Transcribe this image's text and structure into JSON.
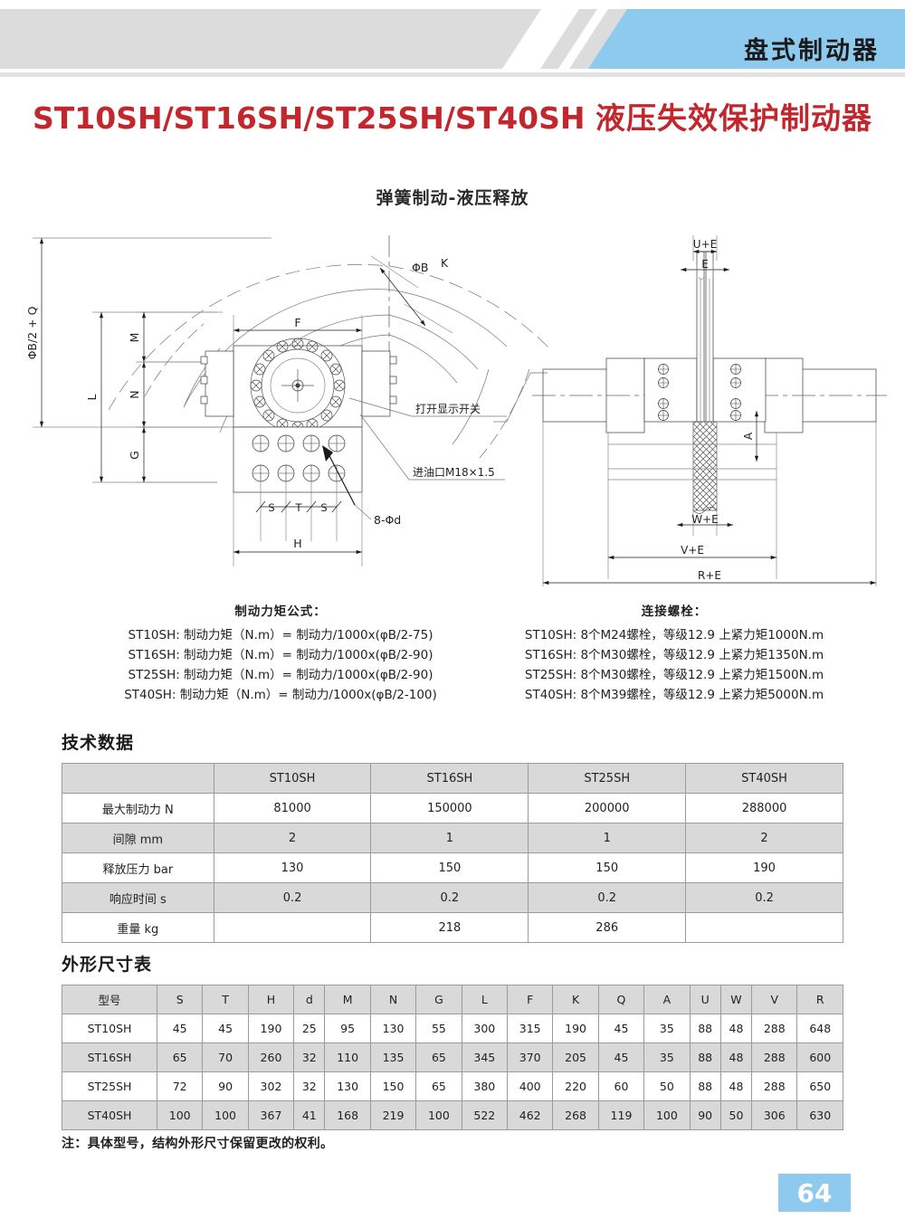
{
  "banner": {
    "title": "盘式制动器",
    "gray_color": "#dcdcdc",
    "blue_color": "#8ecaee"
  },
  "main_title": {
    "models": "ST10SH/ST16SH/ST25SH/ST40SH",
    "description": "液压失效保护制动器",
    "color": "#c1272d"
  },
  "subtitle": "弹簧制动-液压释放",
  "drawing": {
    "left_view_labels": [
      "φB/2 + Q",
      "φB",
      "K",
      "F",
      "M",
      "N",
      "L",
      "G",
      "S",
      "T",
      "S",
      "H",
      "8-φd"
    ],
    "left_view_annotations": [
      "打开显示开关",
      "进油口M18×1.5"
    ],
    "right_view_labels": [
      "U+E",
      "E",
      "A",
      "W+E",
      "V+E",
      "R+E"
    ]
  },
  "formula_left": {
    "heading": "制动力矩公式：",
    "rows": [
      "ST10SH:  制动力矩（N.m）= 制动力/1000x(φB/2-75)",
      "ST16SH:  制动力矩（N.m）= 制动力/1000x(φB/2-90)",
      "ST25SH:  制动力矩（N.m）= 制动力/1000x(φB/2-90)",
      "ST40SH:  制动力矩（N.m）= 制动力/1000x(φB/2-100)"
    ]
  },
  "formula_right": {
    "heading": "连接螺栓：",
    "rows": [
      "ST10SH:  8个M24螺栓，等级12.9  上紧力矩1000N.m",
      "ST16SH:  8个M30螺栓，等级12.9  上紧力矩1350N.m",
      "ST25SH:  8个M30螺栓，等级12.9  上紧力矩1500N.m",
      "ST40SH:  8个M39螺栓，等级12.9  上紧力矩5000N.m"
    ]
  },
  "tech_section": {
    "heading": "技术数据",
    "columns": [
      "",
      "ST10SH",
      "ST16SH",
      "ST25SH",
      "ST40SH"
    ],
    "rows": [
      {
        "label": "最大制动力  N",
        "values": [
          "81000",
          "150000",
          "200000",
          "288000"
        ]
      },
      {
        "label": "间隙  mm",
        "values": [
          "2",
          "1",
          "1",
          "2"
        ]
      },
      {
        "label": "释放压力  bar",
        "values": [
          "130",
          "150",
          "150",
          "190"
        ]
      },
      {
        "label": "响应时间  s",
        "values": [
          "0.2",
          "0.2",
          "0.2",
          "0.2"
        ]
      },
      {
        "label": "重量  kg",
        "values": [
          "",
          "218",
          "286",
          ""
        ]
      }
    ]
  },
  "dims_section": {
    "heading": "外形尺寸表",
    "columns": [
      "型号",
      "S",
      "T",
      "H",
      "d",
      "M",
      "N",
      "G",
      "L",
      "F",
      "K",
      "Q",
      "A",
      "U",
      "W",
      "V",
      "R"
    ],
    "rows": [
      {
        "model": "ST10SH",
        "values": [
          "45",
          "45",
          "190",
          "25",
          "95",
          "130",
          "55",
          "300",
          "315",
          "190",
          "45",
          "35",
          "88",
          "48",
          "288",
          "648"
        ]
      },
      {
        "model": "ST16SH",
        "values": [
          "65",
          "70",
          "260",
          "32",
          "110",
          "135",
          "65",
          "345",
          "370",
          "205",
          "45",
          "35",
          "88",
          "48",
          "288",
          "600"
        ]
      },
      {
        "model": "ST25SH",
        "values": [
          "72",
          "90",
          "302",
          "32",
          "130",
          "150",
          "65",
          "380",
          "400",
          "220",
          "60",
          "50",
          "88",
          "48",
          "288",
          "650"
        ]
      },
      {
        "model": "ST40SH",
        "values": [
          "100",
          "100",
          "367",
          "41",
          "168",
          "219",
          "100",
          "522",
          "462",
          "268",
          "119",
          "100",
          "90",
          "50",
          "306",
          "630"
        ]
      }
    ]
  },
  "note": "注：具体型号，结构外形尺寸保留更改的权利。",
  "page_number": "64"
}
